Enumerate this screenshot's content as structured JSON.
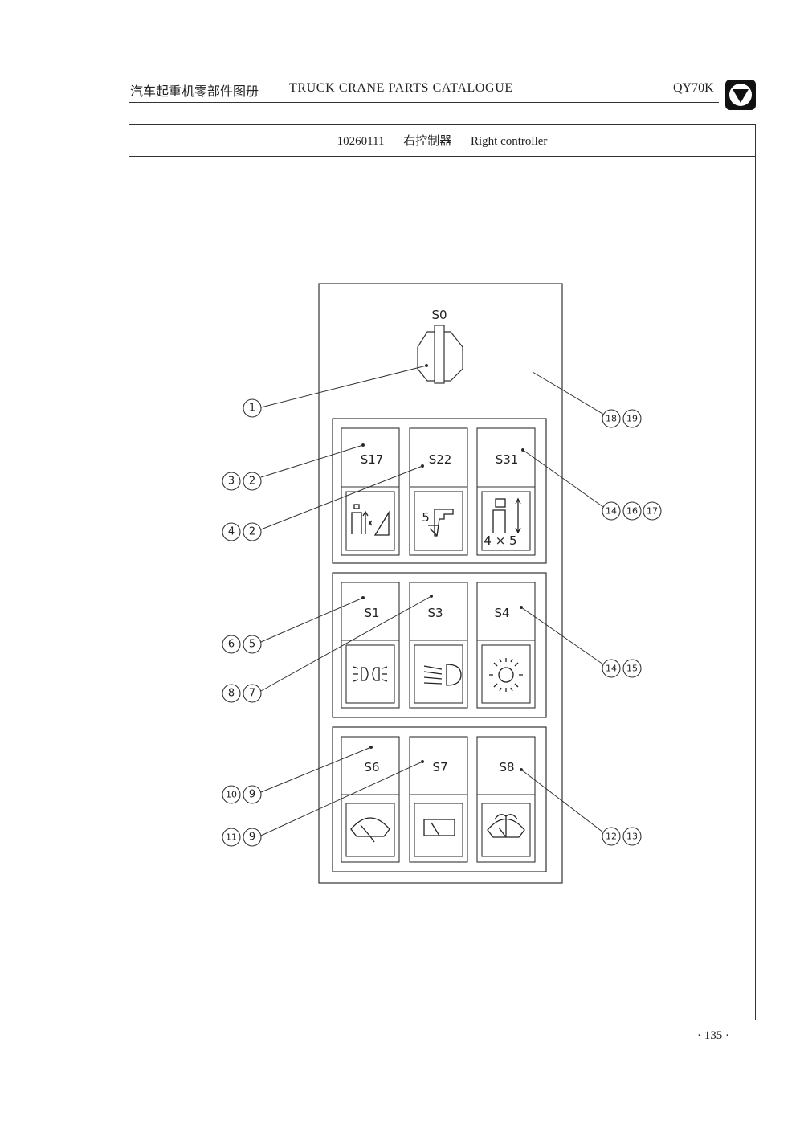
{
  "header": {
    "title_cn": "汽车起重机零部件图册",
    "title_en": "TRUCK CRANE PARTS CATALOGUE",
    "model": "QY70K"
  },
  "section": {
    "code": "10260111",
    "name_cn": "右控制器",
    "name_en": "Right controller"
  },
  "key_switch": {
    "label": "S0"
  },
  "switches": [
    {
      "label": "S17",
      "icon": "telescoping-boom-icon"
    },
    {
      "label": "S22",
      "icon": "fifth-section-icon",
      "icon_text": "5"
    },
    {
      "label": "S31",
      "icon": "4x5-boom-mode-icon",
      "icon_text": "4 × 5"
    },
    {
      "label": "S1",
      "icon": "position-lights-icon"
    },
    {
      "label": "S3",
      "icon": "headlight-icon"
    },
    {
      "label": "S4",
      "icon": "rotating-beacon-icon"
    },
    {
      "label": "S6",
      "icon": "wiper-icon"
    },
    {
      "label": "S7",
      "icon": "roof-window-wiper-icon"
    },
    {
      "label": "S8",
      "icon": "washer-icon"
    }
  ],
  "callouts": [
    {
      "nums": [
        "1"
      ]
    },
    {
      "nums": [
        "18",
        "19"
      ]
    },
    {
      "nums": [
        "3",
        "2"
      ]
    },
    {
      "nums": [
        "4",
        "2"
      ]
    },
    {
      "nums": [
        "14",
        "16",
        "17"
      ]
    },
    {
      "nums": [
        "6",
        "5"
      ]
    },
    {
      "nums": [
        "8",
        "7"
      ]
    },
    {
      "nums": [
        "14",
        "15"
      ]
    },
    {
      "nums": [
        "10",
        "9"
      ]
    },
    {
      "nums": [
        "11",
        "9"
      ]
    },
    {
      "nums": [
        "12",
        "13"
      ]
    }
  ],
  "footer": {
    "page": "· 135 ·"
  }
}
